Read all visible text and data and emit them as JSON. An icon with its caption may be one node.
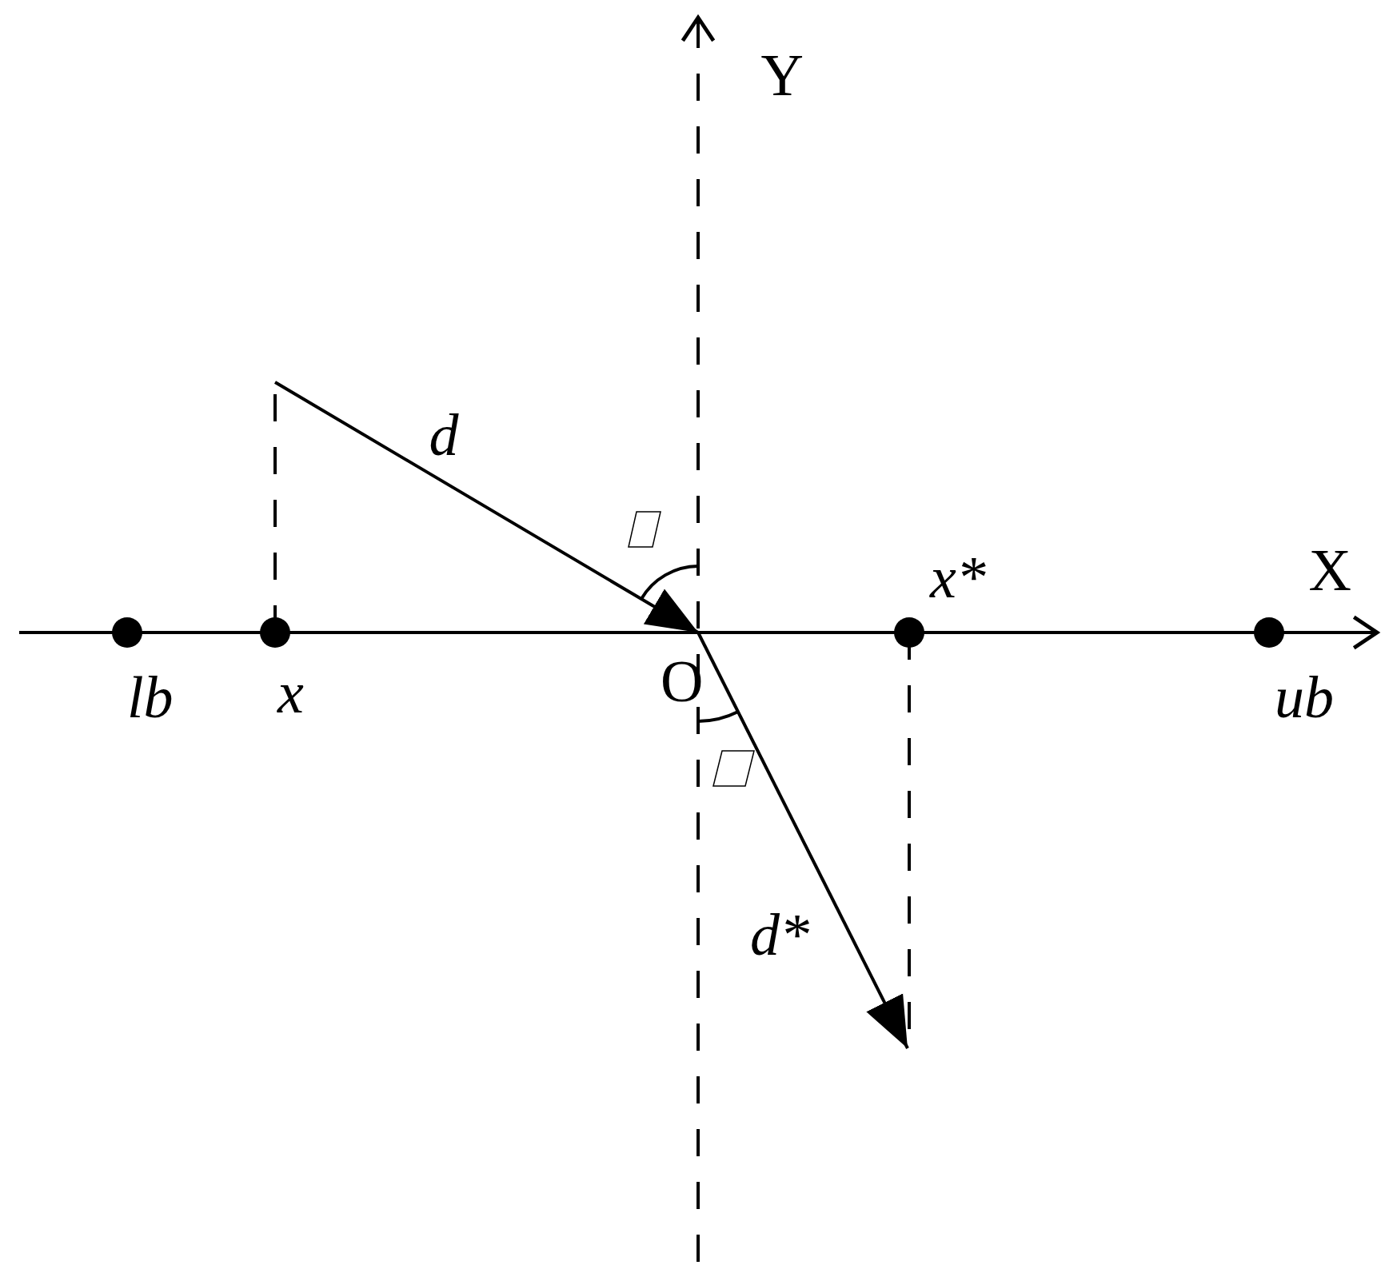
{
  "diagram": {
    "nodes": [
      {
        "text": [
          "lb"
        ]
      },
      {
        "text": [
          "x"
        ]
      },
      {
        "text": [
          "O"
        ]
      },
      {
        "text": [
          "x*"
        ]
      },
      {
        "text": [
          "ub"
        ]
      }
    ],
    "edges": [
      {
        "from": null,
        "to": 2,
        "arrow": "to",
        "label": "d"
      },
      {
        "from": 2,
        "to": null,
        "arrow": "to",
        "label": "d*"
      }
    ],
    "labels": [
      "Y",
      "X"
    ]
  }
}
